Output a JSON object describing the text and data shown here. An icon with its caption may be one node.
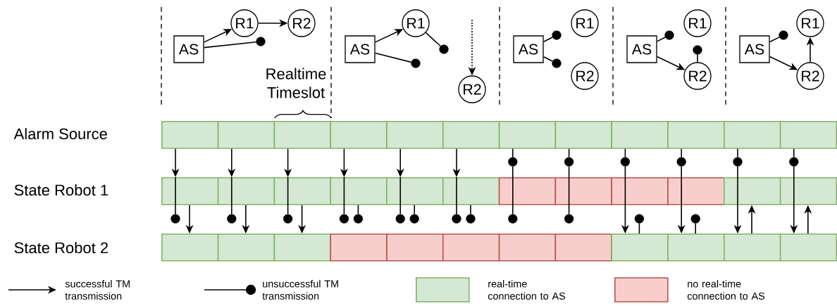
{
  "diagram": {
    "nodes": [
      {
        "text": [
          "AS"
        ]
      },
      {
        "text": [
          "R1"
        ]
      },
      {
        "text": [
          "R2"
        ]
      },
      {
        "text": [
          "AS"
        ]
      },
      {
        "text": [
          "R1"
        ]
      },
      {
        "text": [
          "R2"
        ]
      },
      {
        "text": [
          "AS"
        ]
      },
      {
        "text": [
          "R1"
        ]
      },
      {
        "text": [
          "R2"
        ]
      },
      {
        "text": [
          "AS"
        ]
      },
      {
        "text": [
          "R1"
        ]
      },
      {
        "text": [
          "R2"
        ]
      },
      {
        "text": [
          "AS"
        ]
      },
      {
        "text": [
          "R1"
        ]
      },
      {
        "text": [
          "R2"
        ]
      },
      {
        "text": [],
        "shape": "box"
      },
      {
        "text": [],
        "shape": "box"
      },
      {
        "text": [],
        "shape": "box"
      },
      {
        "text": [],
        "shape": "box"
      },
      {
        "text": [],
        "shape": "box"
      },
      {
        "text": [],
        "shape": "box"
      },
      {
        "text": [],
        "shape": "box"
      },
      {
        "text": [],
        "shape": "box"
      },
      {
        "text": [],
        "shape": "box"
      },
      {
        "text": [],
        "shape": "box"
      },
      {
        "text": [],
        "shape": "box"
      },
      {
        "text": [],
        "shape": "box"
      },
      {
        "text": [],
        "shape": "box"
      },
      {
        "text": [],
        "shape": "box"
      },
      {
        "text": [],
        "shape": "box"
      },
      {
        "text": [],
        "shape": "box"
      },
      {
        "text": [],
        "shape": "box"
      },
      {
        "text": [],
        "shape": "box"
      },
      {
        "text": [],
        "shape": "box"
      },
      {
        "text": [],
        "shape": "box"
      },
      {
        "text": [],
        "shape": "box"
      },
      {
        "text": [],
        "shape": "box"
      },
      {
        "text": [],
        "shape": "box"
      },
      {
        "text": [],
        "shape": "box"
      },
      {
        "text": [],
        "shape": "box"
      },
      {
        "text": [],
        "shape": "box"
      },
      {
        "text": [],
        "shape": "box"
      },
      {
        "text": [],
        "shape": "box"
      },
      {
        "text": [],
        "shape": "box"
      },
      {
        "text": [],
        "shape": "box"
      },
      {
        "text": [],
        "shape": "box"
      },
      {
        "text": [],
        "shape": "box"
      },
      {
        "text": [],
        "shape": "box"
      },
      {
        "text": [],
        "shape": "box"
      },
      {
        "text": [],
        "shape": "box"
      },
      {
        "text": [],
        "shape": "box"
      },
      {
        "text": [],
        "shape": "circle"
      },
      {
        "text": [],
        "shape": "circle"
      },
      {
        "text": [],
        "shape": "circle"
      },
      {
        "text": [],
        "shape": "circle"
      },
      {
        "text": [],
        "shape": "circle"
      },
      {
        "text": [],
        "shape": "circle"
      },
      {
        "text": [],
        "shape": "circle"
      },
      {
        "text": [],
        "shape": "circle"
      },
      {
        "text": [],
        "shape": "circle"
      },
      {
        "text": [],
        "shape": "circle"
      },
      {
        "text": [],
        "shape": "circle"
      },
      {
        "text": [],
        "shape": "circle"
      },
      {
        "text": [],
        "shape": "circle"
      },
      {
        "text": [],
        "shape": "circle"
      },
      {
        "text": [],
        "shape": "circle"
      },
      {
        "text": [],
        "shape": "circle"
      },
      {
        "text": [],
        "shape": "circle"
      },
      {
        "text": [],
        "shape": "circle"
      },
      {
        "text": [],
        "shape": "circle"
      },
      {
        "text": [],
        "shape": "circle"
      },
      {
        "text": [],
        "shape": "circle"
      },
      {
        "text": [],
        "shape": "circle"
      },
      {
        "text": [],
        "shape": "circle"
      },
      {
        "text": [],
        "shape": "circle"
      },
      {
        "text": [],
        "shape": "circle"
      },
      {
        "text": [],
        "shape": "circle"
      },
      {
        "text": [],
        "shape": "circle"
      }
    ],
    "edges": [
      {
        "from": 0,
        "to": 1,
        "arrow": "to"
      },
      {
        "from": 1,
        "to": 2,
        "arrow": "to"
      },
      {
        "from": 0,
        "to": 51,
        "arrow": "none"
      },
      {
        "from": 3,
        "to": 4,
        "arrow": "to"
      },
      {
        "from": 4,
        "to": 52,
        "arrow": "none"
      },
      {
        "from": 3,
        "to": 53,
        "arrow": "none"
      },
      {
        "from": null,
        "to": 5,
        "arrow": "to",
        "style": "dashed"
      },
      {
        "from": 6,
        "to": 54,
        "arrow": "none"
      },
      {
        "from": 6,
        "to": 55,
        "arrow": "none"
      },
      {
        "from": 9,
        "to": 56,
        "arrow": "none"
      },
      {
        "from": 9,
        "to": 11,
        "arrow": "to"
      },
      {
        "from": 11,
        "to": 57,
        "arrow": "none"
      },
      {
        "from": 12,
        "to": 58,
        "arrow": "none"
      },
      {
        "from": 12,
        "to": 14,
        "arrow": "to"
      },
      {
        "from": 14,
        "to": 13,
        "arrow": "to"
      },
      {
        "from": 15,
        "to": 27,
        "arrow": "to"
      },
      {
        "from": 27,
        "to": 65,
        "arrow": "none"
      },
      {
        "from": 27,
        "to": 39,
        "arrow": "to"
      },
      {
        "from": 16,
        "to": 28,
        "arrow": "to"
      },
      {
        "from": 28,
        "to": 66,
        "arrow": "none"
      },
      {
        "from": 28,
        "to": 40,
        "arrow": "to"
      },
      {
        "from": 17,
        "to": 29,
        "arrow": "to"
      },
      {
        "from": 29,
        "to": 67,
        "arrow": "none"
      },
      {
        "from": 29,
        "to": 41,
        "arrow": "to"
      },
      {
        "from": 18,
        "to": 30,
        "arrow": "to"
      },
      {
        "from": 30,
        "to": 68,
        "arrow": "none"
      },
      {
        "from": 30,
        "to": 69,
        "arrow": "none"
      },
      {
        "from": 19,
        "to": 31,
        "arrow": "to"
      },
      {
        "from": 31,
        "to": 70,
        "arrow": "none"
      },
      {
        "from": 31,
        "to": 71,
        "arrow": "none"
      },
      {
        "from": 20,
        "to": 32,
        "arrow": "to"
      },
      {
        "from": 32,
        "to": 72,
        "arrow": "none"
      },
      {
        "from": 32,
        "to": 73,
        "arrow": "none"
      },
      {
        "from": 21,
        "to": 59,
        "arrow": "none"
      },
      {
        "from": 59,
        "to": 33,
        "arrow": "none"
      },
      {
        "from": 33,
        "to": 74,
        "arrow": "none"
      },
      {
        "from": 22,
        "to": 60,
        "arrow": "none"
      },
      {
        "from": 60,
        "to": 34,
        "arrow": "none"
      },
      {
        "from": 34,
        "to": 75,
        "arrow": "none"
      },
      {
        "from": 23,
        "to": 61,
        "arrow": "none"
      },
      {
        "from": 61,
        "to": 35,
        "arrow": "none"
      },
      {
        "from": 35,
        "to": 47,
        "arrow": "to"
      },
      {
        "from": 47,
        "to": 76,
        "arrow": "none"
      },
      {
        "from": 24,
        "to": 62,
        "arrow": "none"
      },
      {
        "from": 62,
        "to": 36,
        "arrow": "none"
      },
      {
        "from": 36,
        "to": 48,
        "arrow": "to"
      },
      {
        "from": 48,
        "to": 77,
        "arrow": "none"
      },
      {
        "from": 25,
        "to": 63,
        "arrow": "none"
      },
      {
        "from": 63,
        "to": 37,
        "arrow": "none"
      },
      {
        "from": 37,
        "to": 49,
        "arrow": "to"
      },
      {
        "from": 49,
        "to": 37,
        "arrow": "to"
      },
      {
        "from": 26,
        "to": 64,
        "arrow": "none"
      },
      {
        "from": 64,
        "to": 38,
        "arrow": "none"
      },
      {
        "from": 38,
        "to": 50,
        "arrow": "to"
      },
      {
        "from": 50,
        "to": 38,
        "arrow": "to"
      }
    ],
    "labels": [
      "Realtime Timeslot",
      "Alarm Source",
      "State Robot 1",
      "State Robot 2"
    ],
    "legend": [
      {
        "text": "successful TM transmission"
      },
      {
        "text": "unsuccessful TM transmission"
      },
      {
        "text": "real-time connection to AS",
        "color": "#d5e8d4"
      },
      {
        "text": "no real-time connection to AS",
        "color": "#f8cecc"
      }
    ]
  }
}
